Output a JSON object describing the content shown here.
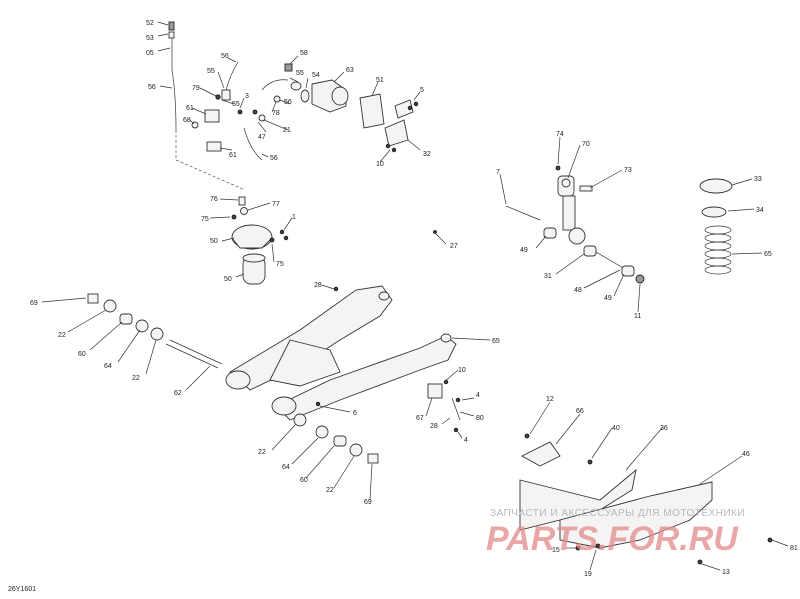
{
  "diagram_code": "26Y1601",
  "watermark": {
    "line1": "ЗАПЧАСТИ И АКСЕССУАРЫ ДЛЯ МОТОТЕХНИКИ",
    "line2": "PARTS.FOR.RU"
  },
  "callouts": [
    {
      "id": "c52a",
      "text": "52"
    },
    {
      "id": "c53",
      "text": "53"
    },
    {
      "id": "c05",
      "text": "05"
    },
    {
      "id": "c56a",
      "text": "56"
    },
    {
      "id": "c56b",
      "text": "56"
    },
    {
      "id": "c58",
      "text": "58"
    },
    {
      "id": "c63",
      "text": "63"
    },
    {
      "id": "c55a",
      "text": "55"
    },
    {
      "id": "c55b",
      "text": "55"
    },
    {
      "id": "c54",
      "text": "54"
    },
    {
      "id": "c56c",
      "text": "56"
    },
    {
      "id": "c51",
      "text": "51"
    },
    {
      "id": "c5",
      "text": "5"
    },
    {
      "id": "c79",
      "text": "79"
    },
    {
      "id": "c55c",
      "text": "55"
    },
    {
      "id": "c3",
      "text": "3"
    },
    {
      "id": "c78",
      "text": "78"
    },
    {
      "id": "c61a",
      "text": "61"
    },
    {
      "id": "c68",
      "text": "68"
    },
    {
      "id": "c47",
      "text": "47"
    },
    {
      "id": "c21",
      "text": "21"
    },
    {
      "id": "c32",
      "text": "32"
    },
    {
      "id": "c10a",
      "text": "10"
    },
    {
      "id": "c61b",
      "text": "61"
    },
    {
      "id": "c56d",
      "text": "56"
    },
    {
      "id": "c74",
      "text": "74"
    },
    {
      "id": "c70",
      "text": "70"
    },
    {
      "id": "c73",
      "text": "73"
    },
    {
      "id": "c7",
      "text": "7"
    },
    {
      "id": "c33",
      "text": "33"
    },
    {
      "id": "c34",
      "text": "34"
    },
    {
      "id": "c76",
      "text": "76"
    },
    {
      "id": "c77",
      "text": "77"
    },
    {
      "id": "c75a",
      "text": "75"
    },
    {
      "id": "c1",
      "text": "1"
    },
    {
      "id": "c50a",
      "text": "50"
    },
    {
      "id": "c75b",
      "text": "75"
    },
    {
      "id": "c27",
      "text": "27"
    },
    {
      "id": "c49a",
      "text": "49"
    },
    {
      "id": "c65a",
      "text": "65"
    },
    {
      "id": "c50b",
      "text": "50"
    },
    {
      "id": "c31",
      "text": "31"
    },
    {
      "id": "c48",
      "text": "48"
    },
    {
      "id": "c49b",
      "text": "49"
    },
    {
      "id": "c11",
      "text": "11"
    },
    {
      "id": "c28a",
      "text": "28"
    },
    {
      "id": "c69a",
      "text": "69"
    },
    {
      "id": "c22a",
      "text": "22"
    },
    {
      "id": "c60a",
      "text": "60"
    },
    {
      "id": "c64a",
      "text": "64"
    },
    {
      "id": "c22b",
      "text": "22"
    },
    {
      "id": "c62",
      "text": "62"
    },
    {
      "id": "c65b",
      "text": "65"
    },
    {
      "id": "c10b",
      "text": "10"
    },
    {
      "id": "c4a",
      "text": "4"
    },
    {
      "id": "c67",
      "text": "67"
    },
    {
      "id": "c80",
      "text": "80"
    },
    {
      "id": "c28b",
      "text": "28"
    },
    {
      "id": "c4b",
      "text": "4"
    },
    {
      "id": "c6",
      "text": "6"
    },
    {
      "id": "c12",
      "text": "12"
    },
    {
      "id": "c66",
      "text": "66"
    },
    {
      "id": "c40",
      "text": "40"
    },
    {
      "id": "c36",
      "text": "36"
    },
    {
      "id": "c46",
      "text": "46"
    },
    {
      "id": "c22c",
      "text": "22"
    },
    {
      "id": "c64b",
      "text": "64"
    },
    {
      "id": "c60b",
      "text": "60"
    },
    {
      "id": "c22d",
      "text": "22"
    },
    {
      "id": "c69b",
      "text": "69"
    },
    {
      "id": "c15",
      "text": "15"
    },
    {
      "id": "c19",
      "text": "19"
    },
    {
      "id": "c13",
      "text": "13"
    },
    {
      "id": "c81",
      "text": "81"
    }
  ]
}
